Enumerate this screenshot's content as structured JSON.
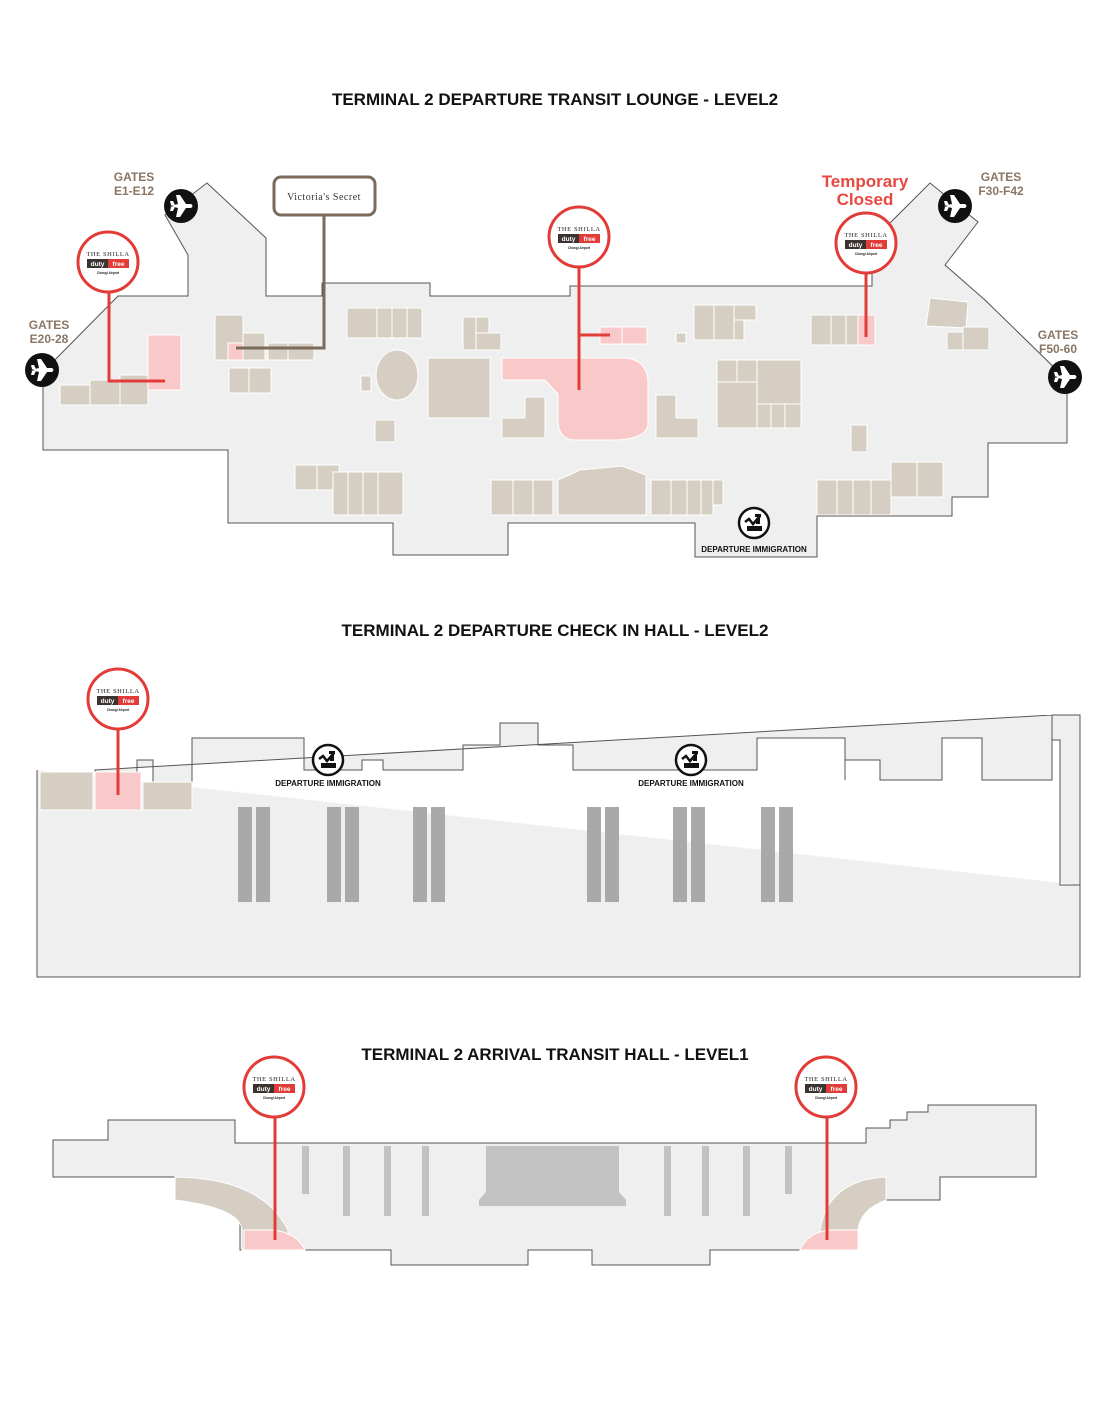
{
  "maps": {
    "transit_lounge": {
      "title": "TERMINAL 2 DEPARTURE TRANSIT LOUNGE - LEVEL2",
      "gates_e1": {
        "label": "GATES",
        "range": "E1-E12"
      },
      "gates_e20": {
        "label": "GATES",
        "range": "E20-28"
      },
      "gates_f30": {
        "label": "GATES",
        "range": "F30-F42"
      },
      "gates_f50": {
        "label": "GATES",
        "range": "F50-60"
      },
      "temporary_closed": [
        "Temporary",
        "Closed"
      ],
      "victorias_secret": "Victoria's Secret",
      "immigration": "DEPARTURE IMMIGRATION"
    },
    "check_in_hall": {
      "title": "TERMINAL 2 DEPARTURE CHECK IN HALL - LEVEL2",
      "immigration_left": "DEPARTURE IMMIGRATION",
      "immigration_right": "DEPARTURE IMMIGRATION"
    },
    "arrival_hall": {
      "title": "TERMINAL 2 ARRIVAL TRANSIT HALL - LEVEL1"
    }
  },
  "shilla_logo": {
    "line1": "THE SHILLA",
    "duty": "duty",
    "free": "free",
    "sub": "Changi Airport"
  },
  "colors": {
    "shop": "#d6cec2",
    "highlight": "#f9c8c8",
    "marker": "#e23c38",
    "floor": "#efefef",
    "gate_text": "#8a7564"
  }
}
